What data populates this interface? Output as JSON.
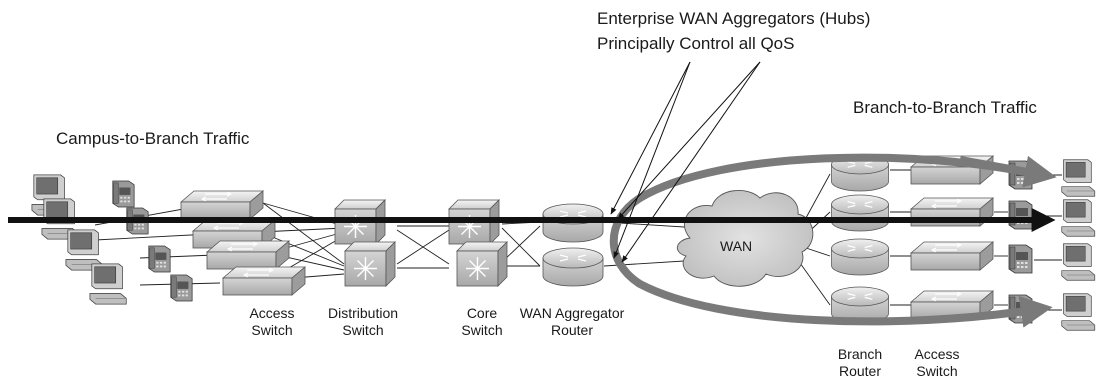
{
  "labels": {
    "hub_title_line1": "Enterprise WAN Aggregators (Hubs)",
    "hub_title_line2": "Principally Control all QoS",
    "campus_traffic": "Campus-to-Branch Traffic",
    "branch_traffic": "Branch-to-Branch Traffic",
    "wan_cloud": "WAN",
    "access_switch_l1": "Access",
    "access_switch_l2": "Switch",
    "distribution_switch_l1": "Distribution",
    "distribution_switch_l2": "Switch",
    "core_switch_l1": "Core",
    "core_switch_l2": "Switch",
    "wan_router_l1": "WAN Aggregator",
    "wan_router_l2": "Router",
    "branch_router_l1": "Branch",
    "branch_router_l2": "Router",
    "branch_access_l1": "Access",
    "branch_access_l2": "Switch"
  },
  "colors": {
    "device_fill": "#d9d9d9",
    "device_dark": "#9a9a9a",
    "main_arrow": "#111111",
    "branch_arrow": "#7a7a7a",
    "cloud": "#cfcfcf"
  }
}
